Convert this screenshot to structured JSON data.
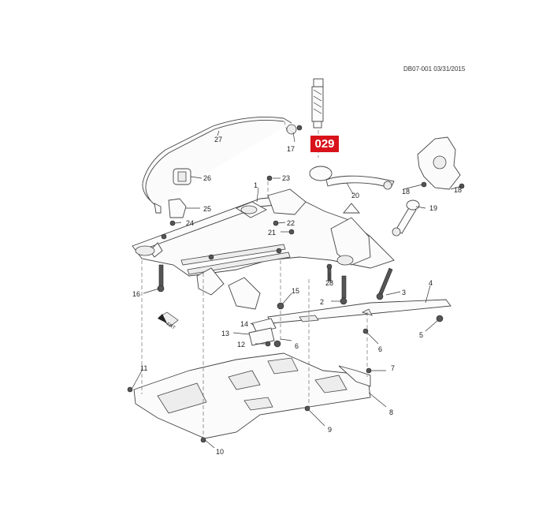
{
  "document_ref": "DB07-001 03/31/2015",
  "highlight_callout": "029",
  "part_numbers": {
    "p1": "1",
    "p2": "2",
    "p3": "3",
    "p4": "4",
    "p5": "5",
    "p6a": "6",
    "p6b": "6",
    "p7": "7",
    "p8": "8",
    "p9": "9",
    "p10": "10",
    "p11": "11",
    "p12": "12",
    "p13": "13",
    "p14": "14",
    "p15": "15",
    "p16": "16",
    "p17": "17",
    "p18a": "18",
    "p18b": "18",
    "p19": "19",
    "p20": "20",
    "p21": "21",
    "p22": "22",
    "p23": "23",
    "p24": "24",
    "p25": "25",
    "p26": "26",
    "p27": "27",
    "p28": "28"
  },
  "front_indicator": "FRT"
}
